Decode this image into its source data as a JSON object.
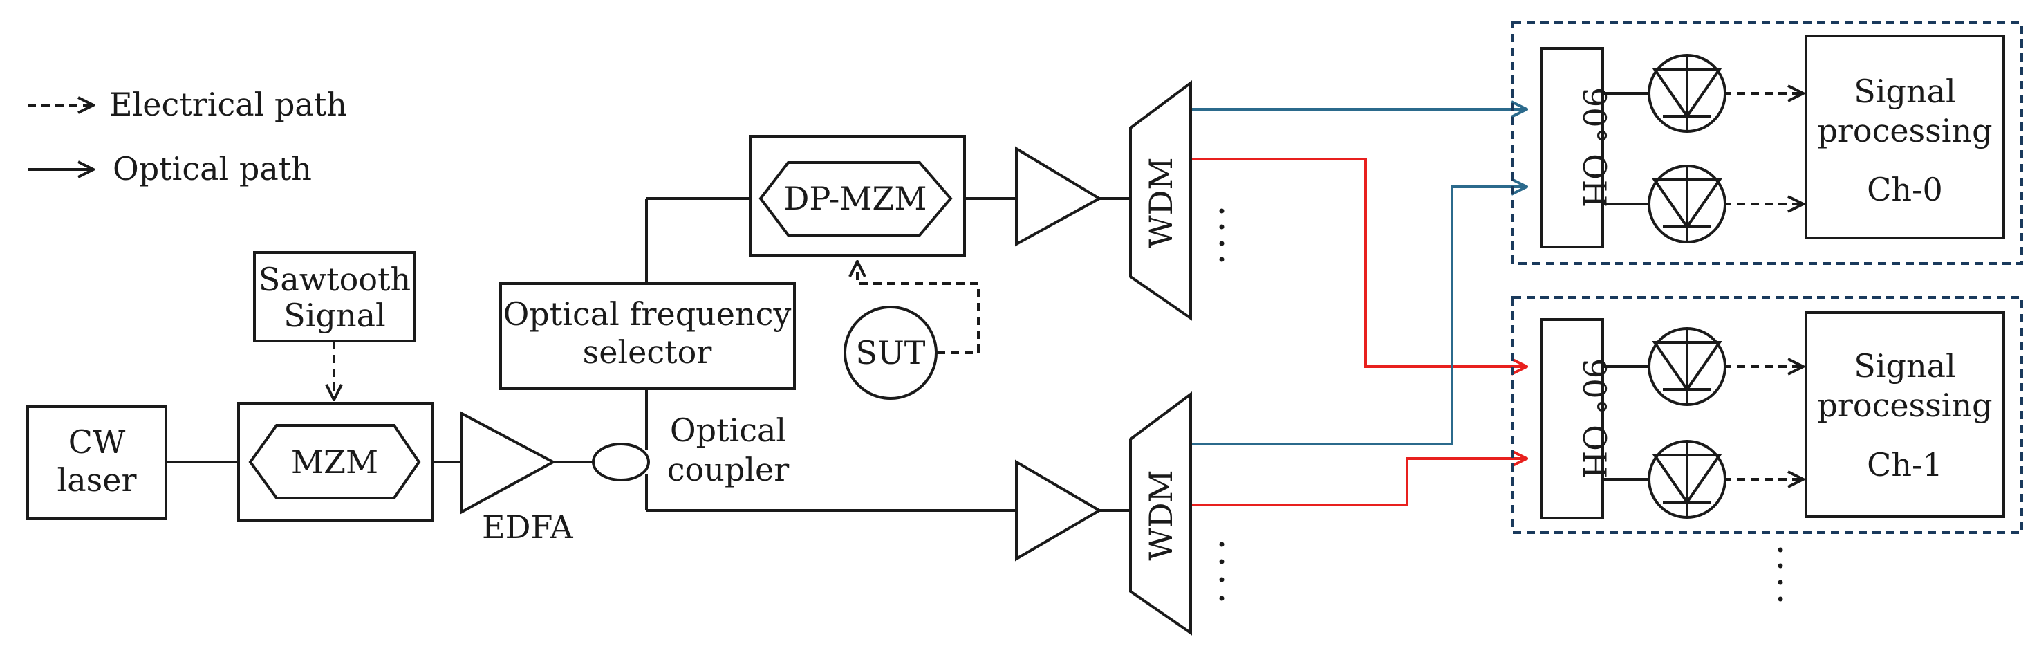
{
  "legend": {
    "electrical": "Electrical path",
    "optical": "Optical path"
  },
  "blocks": {
    "cw_laser_line1": "CW",
    "cw_laser_line2": "laser",
    "sawtooth_line1": "Sawtooth",
    "sawtooth_line2": "Signal",
    "mzm": "MZM",
    "edfa": "EDFA",
    "ofs_line1": "Optical frequency",
    "ofs_line2": "selector",
    "coupler_line1": "Optical",
    "coupler_line2": "coupler",
    "dp_mzm": "DP-MZM",
    "sut": "SUT",
    "wdm": "WDM",
    "hybrid": "90° OH",
    "sp_line1": "Signal",
    "sp_line2": "processing",
    "ch0": "Ch-0",
    "ch1": "Ch-1"
  },
  "colors": {
    "line": "#1a1a1a",
    "blue_path": "#2b6a8c",
    "red_path": "#e8201e"
  }
}
